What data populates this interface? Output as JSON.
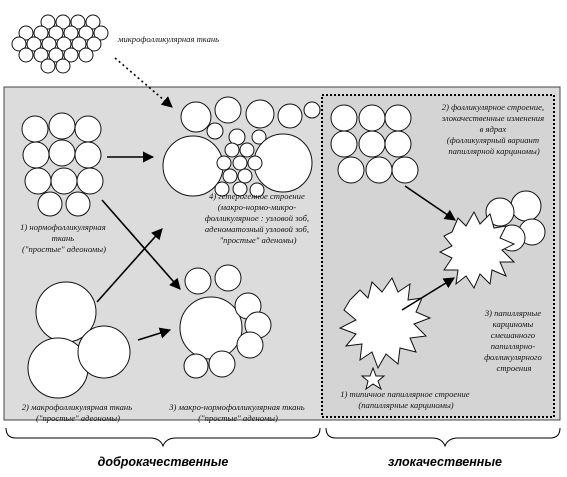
{
  "top_label": "микрофолликулярная ткань",
  "nodes": {
    "normo": [
      "1) нормофолликулярная",
      "ткань",
      "(\"простые\" адеономы)"
    ],
    "hetero": [
      "4) гетерогенное строение",
      "(макро-нормо-микро-",
      "фолликулярное : узловой зоб,",
      "аденоматозный узловой зоб,",
      "\"простые\" аденомы)"
    ],
    "macro": [
      "2) макрофолликулярная ткань",
      "(\"простые\" адеономы)"
    ],
    "macronormo": [
      "3) макро-нормофолликулярная ткань",
      "(\"простые\" аденомы)"
    ],
    "follicular_malignant": [
      "2) фолликулярное строение,",
      "злокачественные изменения",
      "в ядрах",
      "(фолликулярный вариант",
      "папиллярной карциномы)"
    ],
    "papillary_mixed": [
      "3) папиллярные",
      "карциномы",
      "смешанного",
      "папиллярно-",
      "фолликулярного",
      "строения"
    ],
    "papillary_typical": [
      "1) типичное папиллярное строение",
      "(папиллярные карциномы)"
    ]
  },
  "categories": {
    "benign": "доброкачественные",
    "malignant": "злокачественные"
  },
  "colors": {
    "panel_fill": "#dcdcdc",
    "stroke": "#111111"
  }
}
